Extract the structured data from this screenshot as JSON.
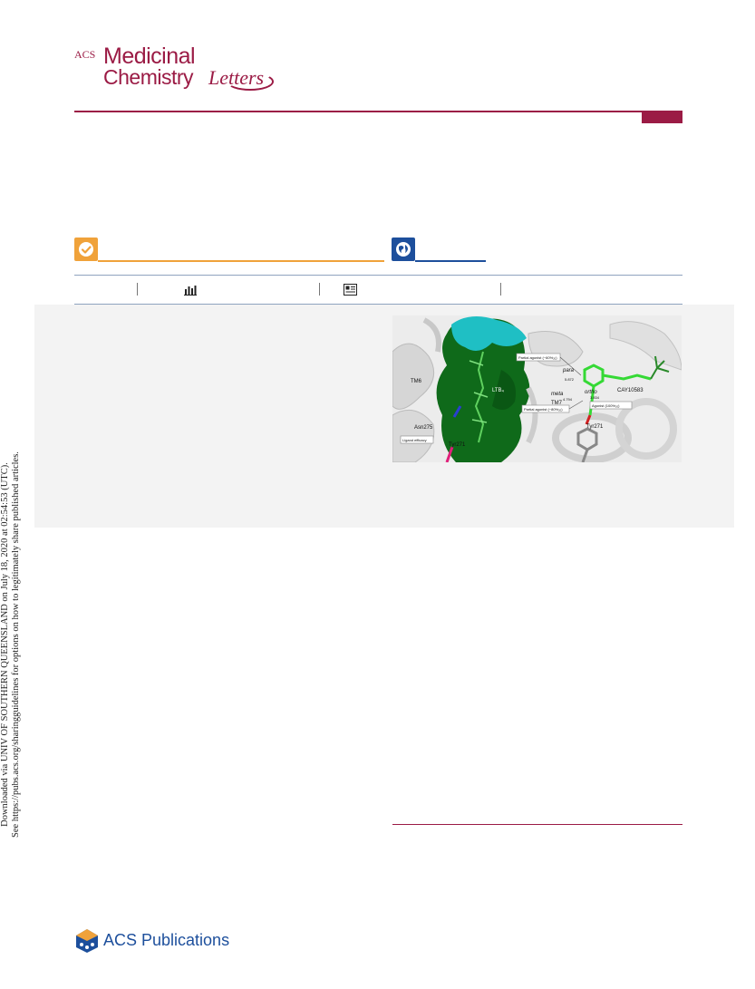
{
  "journal": {
    "acs": "ACS",
    "medicinal": "Medicinal",
    "chemistry": "Chemistry",
    "letters": "Letters"
  },
  "figure_labels": {
    "tm6": "TM6",
    "ltb4": "LTB₄",
    "asn275": "Asn275",
    "ligand_efficacy": "Ligand efficacy",
    "tyr271_left": "Tyr271",
    "partial_agonist_top": "Partial agonist (~60%₂ₒ)",
    "partial_agonist_bottom": "Partial agonist (~80%₂ₒ)",
    "agonist": "Agonist (100%₂ₒ)",
    "para": "para",
    "meta": "meta",
    "ortho": "ortho",
    "tm7": "TM7",
    "cay10583": "CAY10583",
    "tyr271_right": "Tyr271",
    "dist1": "5.872",
    "dist2": "4.794",
    "dist3": "3.834"
  },
  "side_text": {
    "line1": "Downloaded via UNIV OF SOUTHERN QUEENSLAND on July 18, 2020 at 02:54:53 (UTC).",
    "line2": "See https://pubs.acs.org/sharingguidelines for options on how to legitimately share published articles."
  },
  "footer": {
    "publisher": "ACS Publications"
  },
  "colors": {
    "brand": "#9b1b45",
    "open_access": "#f0a23a",
    "globe": "#1d4f9c"
  }
}
